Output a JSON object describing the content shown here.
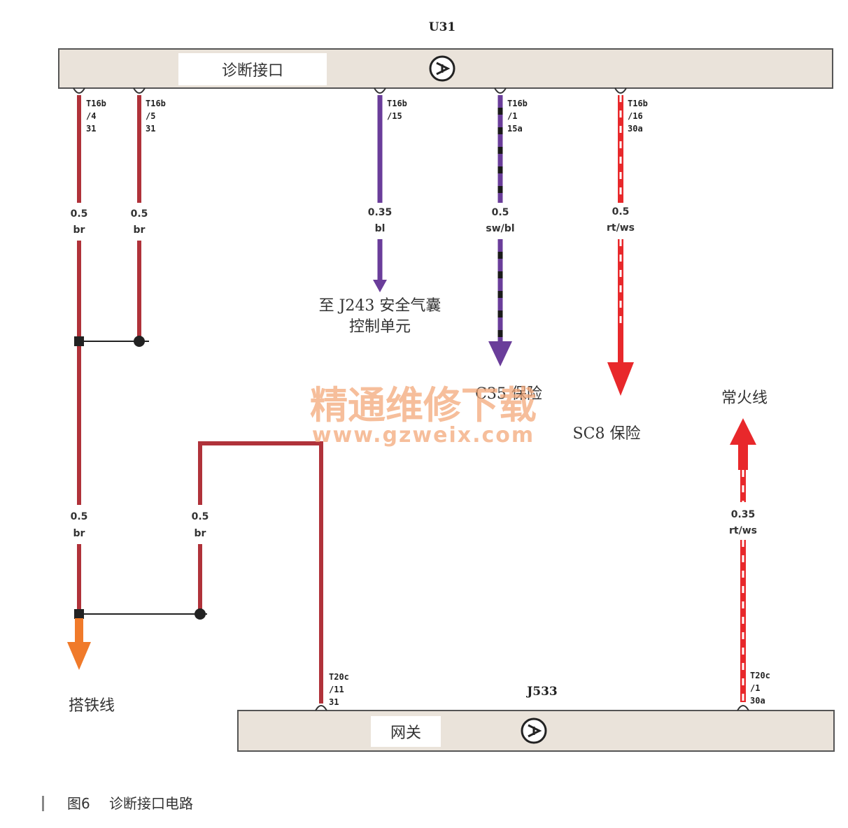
{
  "components": {
    "u31": {
      "id": "U31",
      "label": "诊断接口"
    },
    "j533": {
      "id": "J533",
      "label": "网关"
    }
  },
  "pins": {
    "u31_4": [
      "T16b",
      "/4",
      "31"
    ],
    "u31_5": [
      "T16b",
      "/5",
      "31"
    ],
    "u31_15": [
      "T16b",
      "/15"
    ],
    "u31_1": [
      "T16b",
      "/1",
      "15a"
    ],
    "u31_16": [
      "T16b",
      "/16",
      "30a"
    ],
    "j533_11": [
      "T20c",
      "/11",
      "31"
    ],
    "j533_1": [
      "T20c",
      "/1",
      "30a"
    ]
  },
  "wires": {
    "w1_upper": {
      "size": "0.5",
      "color": "br"
    },
    "w2_upper": {
      "size": "0.5",
      "color": "br"
    },
    "w3": {
      "size": "0.35",
      "color": "bl"
    },
    "w4": {
      "size": "0.5",
      "color": "sw/bl"
    },
    "w5": {
      "size": "0.5",
      "color": "rt/ws"
    },
    "w1_lower": {
      "size": "0.5",
      "color": "br"
    },
    "w6": {
      "size": "0.5",
      "color": "br"
    },
    "w7": {
      "size": "0.35",
      "color": "rt/ws"
    }
  },
  "destinations": {
    "j243_line1": "至 J243 安全气囊",
    "j243_line2": "控制单元",
    "c35": "C35 保险",
    "sc8": "SC8 保险",
    "battery": "常火线",
    "ground": "搭铁线"
  },
  "watermark": {
    "line1": "精通维修下载",
    "line2": "www.gzweix.com"
  },
  "caption": {
    "figure": "图6",
    "title": "诊断接口电路"
  },
  "colors": {
    "brown": "#b0323a",
    "blue": "#6a3d9a",
    "black": "#1a1a1a",
    "red": "#e8282b",
    "white": "#ffffff",
    "ground_arrow": "#f07a2a",
    "component_fill": "#eae3da"
  },
  "icons": {
    "component_symbol": "ecu-symbol-icon",
    "arrow": "arrow-icon"
  }
}
